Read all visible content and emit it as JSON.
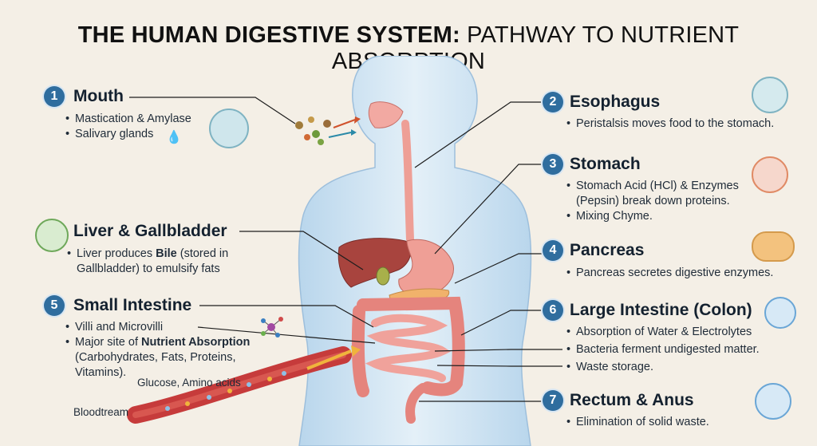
{
  "title": {
    "bold": "THE HUMAN DIGESTIVE SYSTEM:",
    "regular": " PATHWAY TO NUTRIENT ABSORPTION"
  },
  "sections": {
    "mouth": {
      "num": "1",
      "title": "Mouth",
      "bullets": [
        "Mastication & Amylase",
        "Salivary glands"
      ]
    },
    "esophagus": {
      "num": "2",
      "title": "Esophagus",
      "bullets": [
        "Peristalsis moves food to the stomach."
      ]
    },
    "stomach": {
      "num": "3",
      "title": "Stomach",
      "line1": "Stomach Acid (HCl) & Enzymes",
      "line2": "(Pepsin) break down proteins.",
      "bullet2": "Mixing Chyme."
    },
    "pancreas": {
      "num": "4",
      "title": "Pancreas",
      "bullets": [
        "Pancreas secretes digestive enzymes."
      ]
    },
    "liver": {
      "title": "Liver & Gallbladder",
      "l1_pre": "Liver produces ",
      "l1_bold": "Bile",
      "l1_post": " (stored in",
      "l2": "Gallbladder) to emulsify fats"
    },
    "small_intestine": {
      "num": "5",
      "title": "Small Intestine",
      "bullet1": "Villi and Microvilli",
      "b2_pre": "Major site of ",
      "b2_bold": "Nutrient Absorption",
      "l3": "(Carbohydrates, Fats, Proteins,",
      "l4": "Vitamins)."
    },
    "large_intestine": {
      "num": "6",
      "title": "Large Intestine (Colon)",
      "bullets": [
        "Absorption of Water & Electrolytes",
        "Bacteria ferment undigested matter.",
        "Waste storage."
      ]
    },
    "rectum": {
      "num": "7",
      "title": "Rectum & Anus",
      "bullets": [
        "Elimination of solid waste."
      ]
    }
  },
  "labels": {
    "nutrients": "Glucose, Amino acids",
    "bloodstream": "Bloodtream"
  },
  "colors": {
    "badge": "#2f6d9e",
    "organ": "#e58b85",
    "body": "#cfe3f3",
    "vessel": "#c63b3b",
    "arrow": "#f0b43c"
  }
}
